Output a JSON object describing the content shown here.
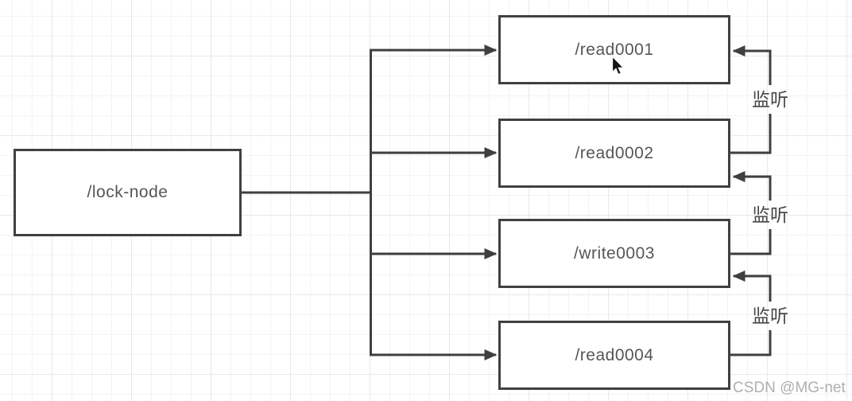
{
  "diagram": {
    "lock_node": {
      "label": "/lock-node"
    },
    "child_nodes": [
      {
        "label": "/read0001"
      },
      {
        "label": "/read0002"
      },
      {
        "label": "/write0003"
      },
      {
        "label": "/read0004"
      }
    ],
    "watch_labels": [
      {
        "text": "监听"
      },
      {
        "text": "监听"
      },
      {
        "text": "监听"
      }
    ],
    "edges": [
      {
        "from": "/lock-node",
        "to": "/read0001",
        "label": ""
      },
      {
        "from": "/lock-node",
        "to": "/read0002",
        "label": ""
      },
      {
        "from": "/lock-node",
        "to": "/write0003",
        "label": ""
      },
      {
        "from": "/lock-node",
        "to": "/read0004",
        "label": ""
      },
      {
        "from": "/read0002",
        "to": "/read0001",
        "label": "监听"
      },
      {
        "from": "/write0003",
        "to": "/read0002",
        "label": "监听"
      },
      {
        "from": "/read0004",
        "to": "/write0003",
        "label": "监听"
      }
    ]
  },
  "watermark": {
    "text": "CSDN @MG-net"
  },
  "colors": {
    "line": "#3f3f3f",
    "node_border": "#404040",
    "node_fill": "#ffffff",
    "node_text": "#565656",
    "watch_text": "#474747",
    "watermark": "#b3aeae",
    "grid_minor": "#f5f2f2",
    "grid_major": "#eae7e7",
    "background": "#ffffff"
  }
}
